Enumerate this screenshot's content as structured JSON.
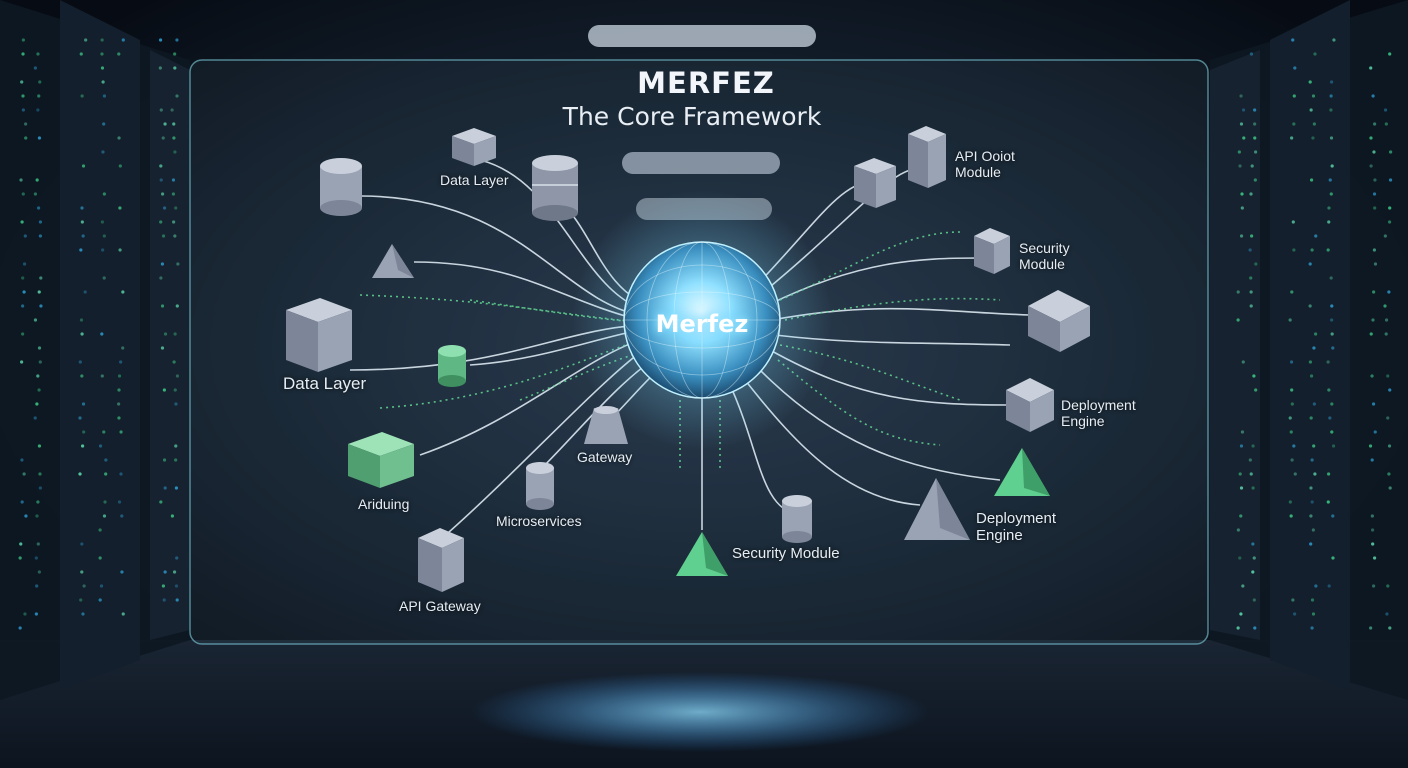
{
  "header": {
    "title": "MERFEZ",
    "subtitle": "The Core Framework"
  },
  "core": {
    "label": "Merfez"
  },
  "modules": [
    {
      "id": "data-layer-top",
      "label": "Data Layer",
      "icon": "cube-icon",
      "color": "#8e99ad"
    },
    {
      "id": "data-layer-left",
      "label": "Data Layer",
      "icon": "cube-icon",
      "color": "#9aa3b4"
    },
    {
      "id": "ariduing",
      "label": "Ariduing",
      "icon": "stack-icon",
      "color": "#6fbf8f"
    },
    {
      "id": "api-gateway",
      "label": "API Gateway",
      "icon": "cube-icon",
      "color": "#8e96a8"
    },
    {
      "id": "microservices",
      "label": "Microservices",
      "icon": "cylinder-icon",
      "color": "#9aa3b4"
    },
    {
      "id": "gateway",
      "label": "Gateway",
      "icon": "cone-icon",
      "color": "#9aa3b4"
    },
    {
      "id": "security-module-bottom",
      "label": "Security Module",
      "icon": "cylinder-icon",
      "color": "#9aa3b4"
    },
    {
      "id": "api-oolot",
      "label": "API Ooiot\nModule",
      "icon": "cube-icon",
      "color": "#8e96a8"
    },
    {
      "id": "security-module-right",
      "label": "Security\nModule",
      "icon": "cube-icon",
      "color": "#9aa3b4"
    },
    {
      "id": "deployment-engine-right",
      "label": "Deployment\nEngine",
      "icon": "cube-icon",
      "color": "#9aa3b4"
    },
    {
      "id": "deployment-engine-bottom",
      "label": "Deployment\nEngine",
      "icon": "pyramid-icon",
      "color": "#8e96a8"
    }
  ],
  "colors": {
    "accent_green": "#5fd08f",
    "glow_blue": "#6fd3ff",
    "panel_border": "#7fd0e0"
  }
}
